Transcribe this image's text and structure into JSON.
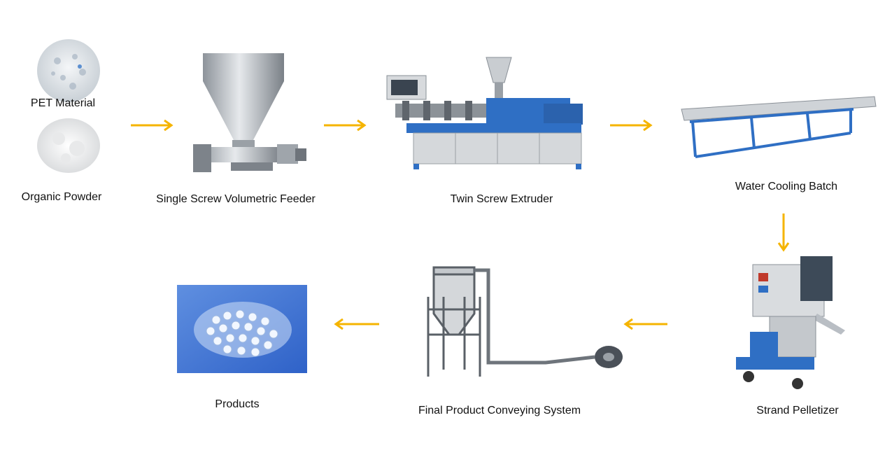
{
  "labels": {
    "pet": "PET Material",
    "powder": "Organic Powder",
    "feeder": "Single Screw Volumetric Feeder",
    "extruder": "Twin Screw Extruder",
    "cooling": "Water Cooling Batch",
    "pelletizer": "Strand Pelletizer",
    "conveying": "Final Product Conveying System",
    "products": "Products"
  },
  "colors": {
    "arrow": "#f5b400",
    "machine_blue": "#2f6fc4",
    "steel": "#b9bec4",
    "dark_steel": "#6e747b"
  }
}
